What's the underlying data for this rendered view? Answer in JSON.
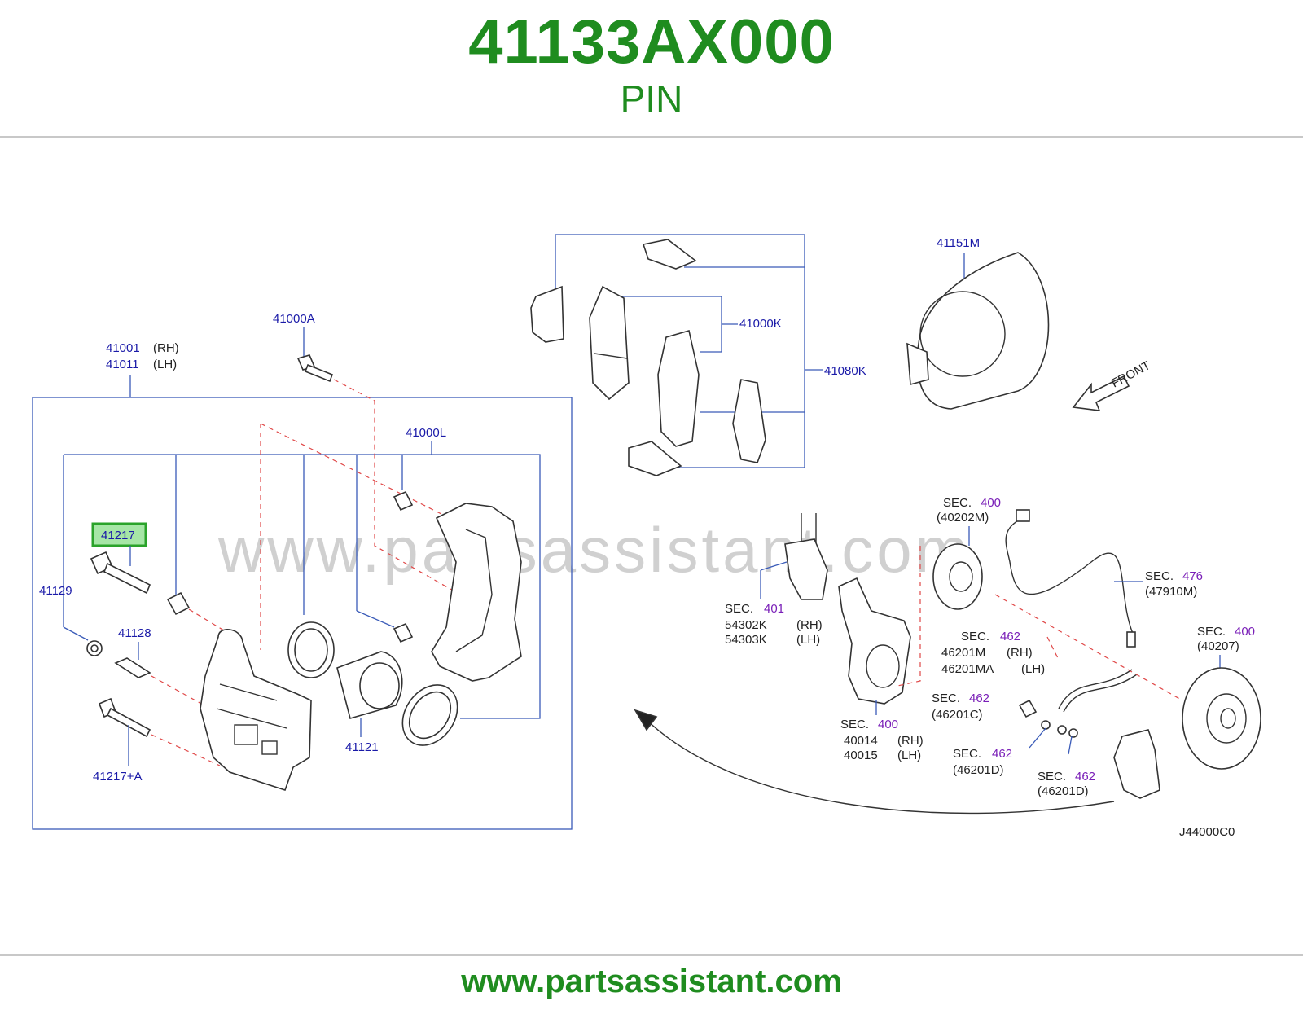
{
  "header": {
    "part_number": "41133AX000",
    "part_name": "PIN"
  },
  "footer": {
    "url": "www.partsassistant.com"
  },
  "diagram": {
    "watermark": "www.partsassistant.com",
    "code": "J44000C0",
    "front_label": "FRONT",
    "labels": {
      "l41001": "41001",
      "rh1": "(RH)",
      "l41011": "41011",
      "lh1": "(LH)",
      "l41000A": "41000A",
      "l41000L": "41000L",
      "l41217": "41217",
      "l41129": "41129",
      "l41128": "41128",
      "l41217A": "41217+A",
      "l41121": "41121",
      "l41000K": "41000K",
      "l41080K": "41080K",
      "l41151M": "41151M",
      "sec": "SEC.",
      "sec400": "400",
      "l40202M": "(40202M)",
      "sec401": "401",
      "l54302K": "54303K",
      "l54302K_real": "54302K",
      "rh2": "(RH)",
      "lh2": "(LH)",
      "sec476": "476",
      "l47910M": "(47910M)",
      "sec462": "462",
      "l46201M": "46201M",
      "l46201MA": "46201MA",
      "rh3": "(RH)",
      "lh3": "(LH)",
      "sec400b": "400",
      "l40207": "(40207)",
      "sec462b": "462",
      "l46201C": "(46201C)",
      "sec400c": "400",
      "l40014": "40014",
      "l40015": "40015",
      "rh4": "(RH)",
      "lh4": "(LH)",
      "sec462c": "462",
      "l46201D": "(46201D)",
      "sec462d": "462",
      "l46201D2": "(46201D)"
    }
  }
}
